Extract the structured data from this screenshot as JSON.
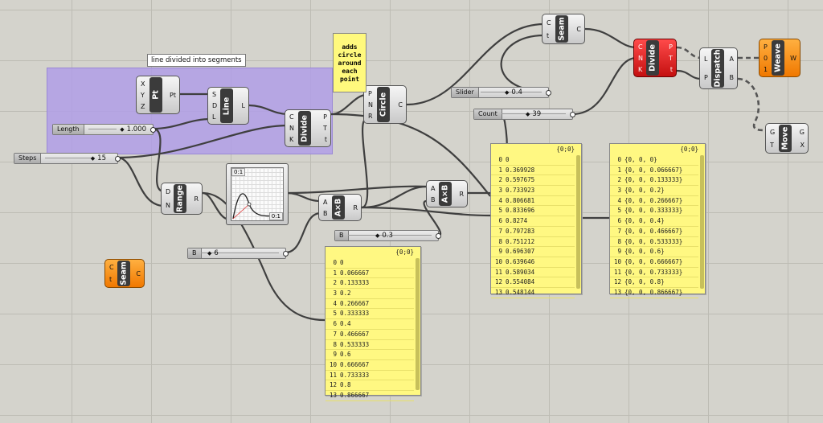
{
  "group": {
    "label": "line divided into segments"
  },
  "note": {
    "text": "adds\ncircle\naround\neach\npoint"
  },
  "sliders": {
    "length": {
      "label": "Length",
      "value": "1.000"
    },
    "steps": {
      "label": "Steps",
      "value": "15"
    },
    "slider": {
      "label": "Slider",
      "value": "0.4"
    },
    "count": {
      "label": "Count",
      "value": "39"
    },
    "b1": {
      "label": "B",
      "value": "0.3"
    },
    "b2": {
      "label": "B",
      "value": "6"
    }
  },
  "components": {
    "pt": {
      "name": "Pt",
      "inputs": [
        "X",
        "Y",
        "Z"
      ],
      "outputs": [
        "Pt"
      ]
    },
    "line": {
      "name": "Line",
      "inputs": [
        "S",
        "D",
        "L"
      ],
      "outputs": [
        "L"
      ]
    },
    "divide1": {
      "name": "Divide",
      "inputs": [
        "C",
        "N",
        "K"
      ],
      "outputs": [
        "P",
        "T",
        "t"
      ]
    },
    "circle": {
      "name": "Circle",
      "inputs": [
        "P",
        "N",
        "R"
      ],
      "outputs": [
        "C"
      ]
    },
    "seam1": {
      "name": "Seam",
      "inputs": [
        "C",
        "t"
      ],
      "outputs": [
        "C"
      ]
    },
    "divide2": {
      "name": "Divide",
      "inputs": [
        "C",
        "N",
        "K"
      ],
      "outputs": [
        "P",
        "T",
        "t"
      ]
    },
    "dispatch": {
      "name": "Dispatch",
      "inputs": [
        "L",
        "P"
      ],
      "outputs": [
        "A",
        "B"
      ]
    },
    "weave": {
      "name": "Weave",
      "inputs": [
        "P",
        "0",
        "1"
      ],
      "outputs": [
        "W"
      ]
    },
    "move": {
      "name": "Move",
      "inputs": [
        "G",
        "T"
      ],
      "outputs": [
        "G",
        "X"
      ]
    },
    "range": {
      "name": "Range",
      "inputs": [
        "D",
        "N"
      ],
      "outputs": [
        "R"
      ]
    },
    "mult1": {
      "name": "A×B",
      "inputs": [
        "A",
        "B"
      ],
      "outputs": [
        "R"
      ]
    },
    "mult2": {
      "name": "A×B",
      "inputs": [
        "A",
        "B"
      ],
      "outputs": [
        "R"
      ]
    },
    "seam2": {
      "name": "Seam",
      "inputs": [
        "C",
        "t"
      ],
      "outputs": [
        "C"
      ]
    }
  },
  "graph": {
    "label": "0:1",
    "label2": "0:1"
  },
  "panels": {
    "p1": {
      "path": "{0;0}",
      "rows": [
        [
          "0",
          "0"
        ],
        [
          "1",
          "0.066667"
        ],
        [
          "2",
          "0.133333"
        ],
        [
          "3",
          "0.2"
        ],
        [
          "4",
          "0.266667"
        ],
        [
          "5",
          "0.333333"
        ],
        [
          "6",
          "0.4"
        ],
        [
          "7",
          "0.466667"
        ],
        [
          "8",
          "0.533333"
        ],
        [
          "9",
          "0.6"
        ],
        [
          "10",
          "0.666667"
        ],
        [
          "11",
          "0.733333"
        ],
        [
          "12",
          "0.8"
        ],
        [
          "13",
          "0.866667"
        ]
      ]
    },
    "p2": {
      "path": "{0;0}",
      "rows": [
        [
          "0",
          "0"
        ],
        [
          "1",
          "0.369928"
        ],
        [
          "2",
          "0.597675"
        ],
        [
          "3",
          "0.733923"
        ],
        [
          "4",
          "0.806681"
        ],
        [
          "5",
          "0.833696"
        ],
        [
          "6",
          "0.8274"
        ],
        [
          "7",
          "0.797283"
        ],
        [
          "8",
          "0.751212"
        ],
        [
          "9",
          "0.696307"
        ],
        [
          "10",
          "0.639646"
        ],
        [
          "11",
          "0.589034"
        ],
        [
          "12",
          "0.554084"
        ],
        [
          "13",
          "0.548144"
        ]
      ]
    },
    "p3": {
      "path": "{0;0}",
      "rows": [
        [
          "0",
          "{0, 0, 0}"
        ],
        [
          "1",
          "{0, 0, 0.066667}"
        ],
        [
          "2",
          "{0, 0, 0.133333}"
        ],
        [
          "3",
          "{0, 0, 0.2}"
        ],
        [
          "4",
          "{0, 0, 0.266667}"
        ],
        [
          "5",
          "{0, 0, 0.333333}"
        ],
        [
          "6",
          "{0, 0, 0.4}"
        ],
        [
          "7",
          "{0, 0, 0.466667}"
        ],
        [
          "8",
          "{0, 0, 0.533333}"
        ],
        [
          "9",
          "{0, 0, 0.6}"
        ],
        [
          "10",
          "{0, 0, 0.666667}"
        ],
        [
          "11",
          "{0, 0, 0.733333}"
        ],
        [
          "12",
          "{0, 0, 0.8}"
        ],
        [
          "13",
          "{0, 0, 0.866667}"
        ]
      ]
    }
  },
  "colors": {
    "canvas": "#d4d3cc",
    "group": "#b09ee6",
    "panel": "#fff882",
    "red": "#e01818",
    "orange": "#f59a20"
  }
}
